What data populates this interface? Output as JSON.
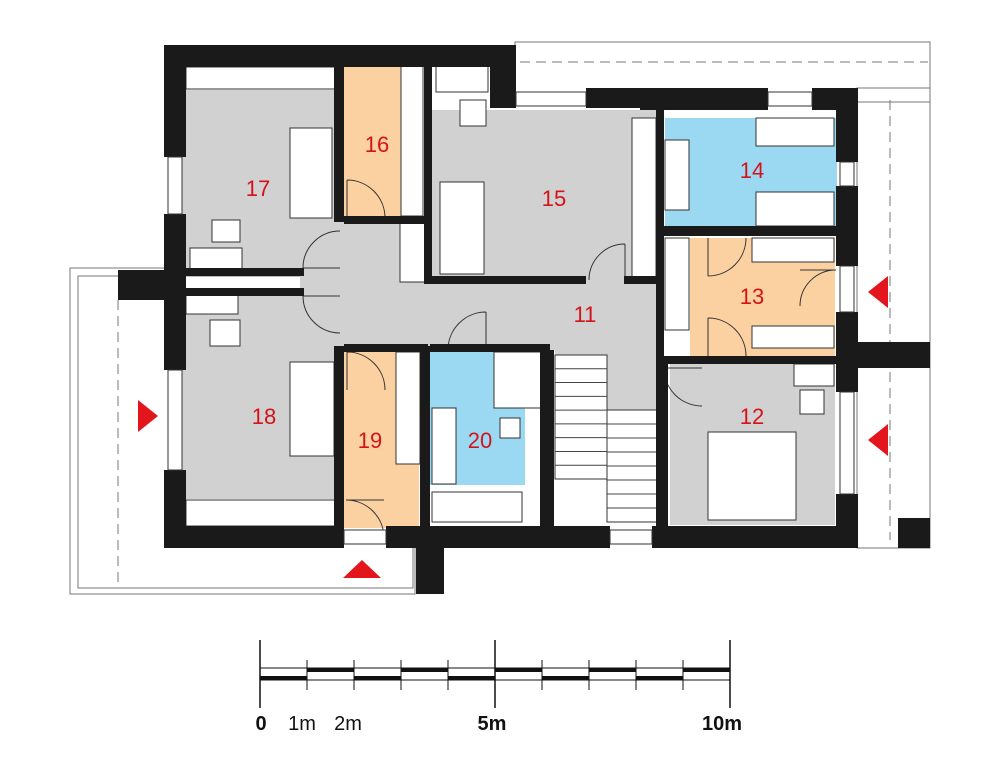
{
  "rooms": [
    {
      "id": "11",
      "color": "#d1d1d1"
    },
    {
      "id": "12",
      "color": "#d1d1d1"
    },
    {
      "id": "13",
      "color": "#fbd1a2"
    },
    {
      "id": "14",
      "color": "#9bd9f3"
    },
    {
      "id": "15",
      "color": "#d1d1d1"
    },
    {
      "id": "16",
      "color": "#fbd1a2"
    },
    {
      "id": "17",
      "color": "#d1d1d1"
    },
    {
      "id": "18",
      "color": "#d1d1d1"
    },
    {
      "id": "19",
      "color": "#fbd1a2"
    },
    {
      "id": "20",
      "color": "#9bd9f3"
    }
  ],
  "colors": {
    "wall": "#1a1a1a",
    "label": "#d4121a",
    "arrow": "#e3161e",
    "corridor": "#d1d1d1",
    "wet_room": "#9bd9f3",
    "storage": "#fbd1a2"
  },
  "scale_bar": {
    "labels": [
      "0",
      "1m",
      "2m",
      "5m",
      "10m"
    ],
    "max_meters": 10
  },
  "entry_arrows": [
    "entry-arrow-right",
    "entry-arrow-up",
    "entry-arrow-left",
    "entry-arrow-left"
  ]
}
